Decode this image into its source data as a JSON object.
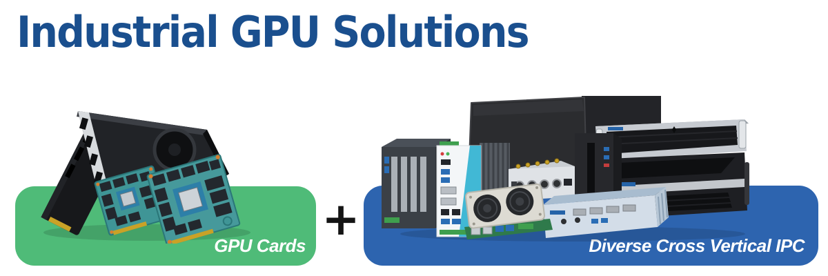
{
  "header": {
    "title": "Industrial GPU Solutions",
    "title_color": "#1a4f8e"
  },
  "connector": {
    "symbol": "+",
    "color": "#141414"
  },
  "gpu_panel": {
    "label": "GPU Cards",
    "background_color": "#4fbb78",
    "label_color": "#ffffff",
    "product_icons": [
      "pcie-graphics-card-icon",
      "pcie-graphics-card-side-icon",
      "mxm-gpu-module-icon",
      "mxm-gpu-module-icon"
    ]
  },
  "ipc_panel": {
    "label": "Diverse Cross Vertical IPC",
    "background_color": "#2d64af",
    "label_color": "#ffffff",
    "product_icons": [
      "flat-panel-display-icon",
      "rackmount-server-icon",
      "rugged-server-chassis-icon",
      "expansion-box-pc-icon",
      "fanless-embedded-pc-icon",
      "tower-box-pc-icon",
      "round-connector-rugged-pc-icon",
      "dual-fan-sbc-icon",
      "modular-box-pc-icon"
    ]
  }
}
